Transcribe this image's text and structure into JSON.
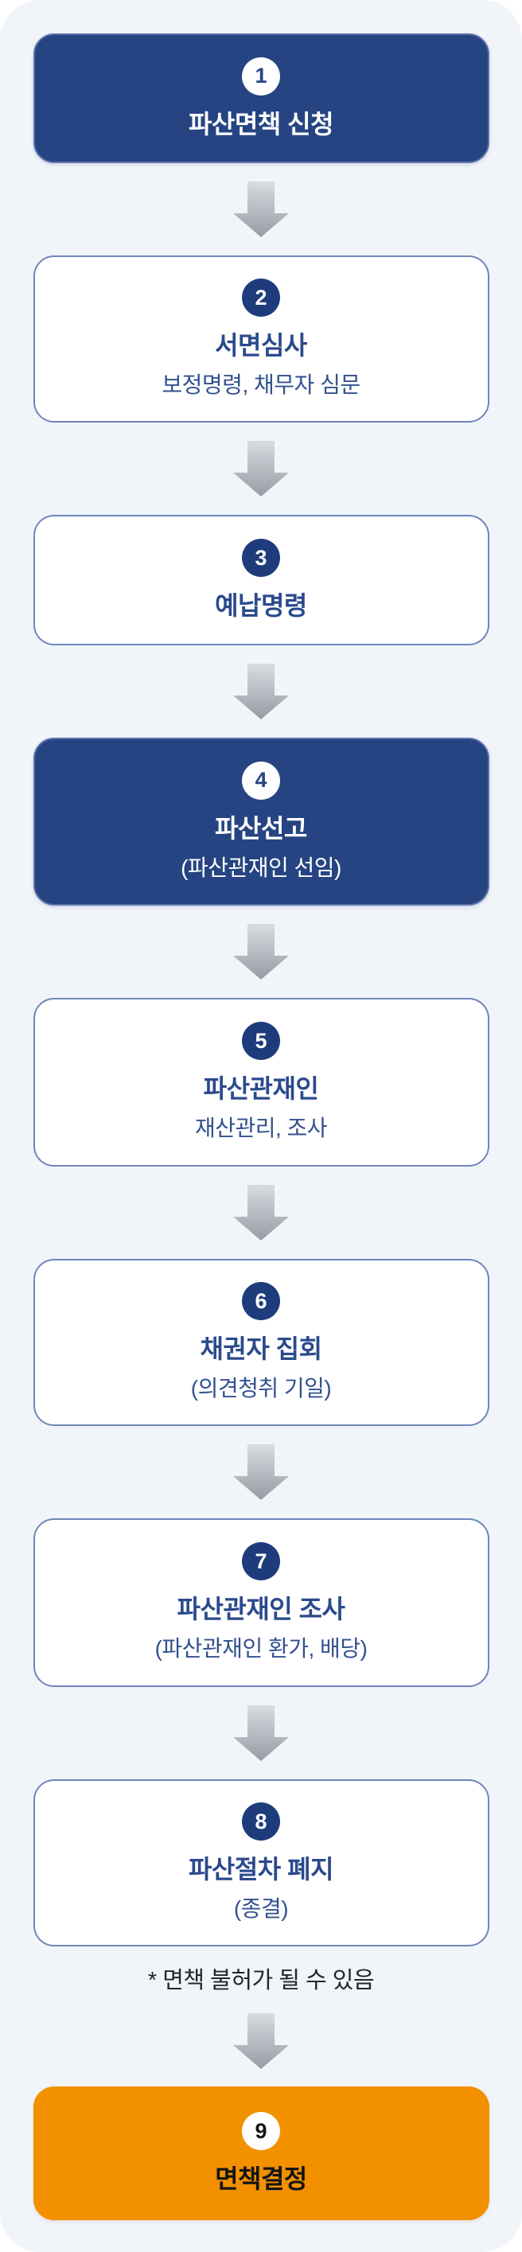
{
  "flow": {
    "title_hint": "bankruptcy-discharge-procedure-flowchart",
    "steps": [
      {
        "number": "1",
        "title": "파산면책 신청",
        "subtitle": "",
        "style": "navy"
      },
      {
        "number": "2",
        "title": "서면심사",
        "subtitle": "보정명령, 채무자 심문",
        "style": "white"
      },
      {
        "number": "3",
        "title": "예납명령",
        "subtitle": "",
        "style": "white"
      },
      {
        "number": "4",
        "title": "파산선고",
        "subtitle": "(파산관재인 선임)",
        "style": "navy"
      },
      {
        "number": "5",
        "title": "파산관재인",
        "subtitle": "재산관리, 조사",
        "style": "white"
      },
      {
        "number": "6",
        "title": "채권자 집회",
        "subtitle": "(의견청취 기일)",
        "style": "white"
      },
      {
        "number": "7",
        "title": "파산관재인 조사",
        "subtitle": "(파산관재인 환가, 배당)",
        "style": "white"
      },
      {
        "number": "8",
        "title": "파산절차 폐지",
        "subtitle": "(종결)",
        "style": "white"
      },
      {
        "number": "9",
        "title": "면책결정",
        "subtitle": "",
        "style": "orange"
      }
    ],
    "note": "* 면책 불허가 될 수 있음"
  },
  "theme": {
    "background": "#f1f5fa",
    "navy_fill": "#264482",
    "navy_border": "#5d74ab",
    "white_box_border": "#6e86ba",
    "circle_navy": "#1e3c7c",
    "title_navy": "#2b4a8c",
    "subtitle_navy": "#33518f",
    "orange_fill": "#f29000",
    "dark_text": "#141414",
    "note_color": "#24262b",
    "arrow_gradient_top": "#d9dce1",
    "arrow_gradient_bottom": "#979ca4"
  }
}
